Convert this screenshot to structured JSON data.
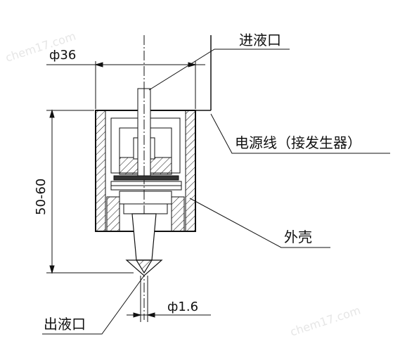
{
  "labels": {
    "inlet": "进液口",
    "outlet": "出液口",
    "power_line": "电源线（接发生器）",
    "shell": "外壳"
  },
  "dimensions": {
    "outer_diameter": "ф36",
    "height_range": "50-60",
    "tip_diameter": "ф1.6"
  },
  "watermarks": [
    "chem17.com",
    "chem17.com"
  ],
  "colors": {
    "line": "#111111",
    "watermark": "#e6e6e6",
    "background": "#ffffff"
  }
}
